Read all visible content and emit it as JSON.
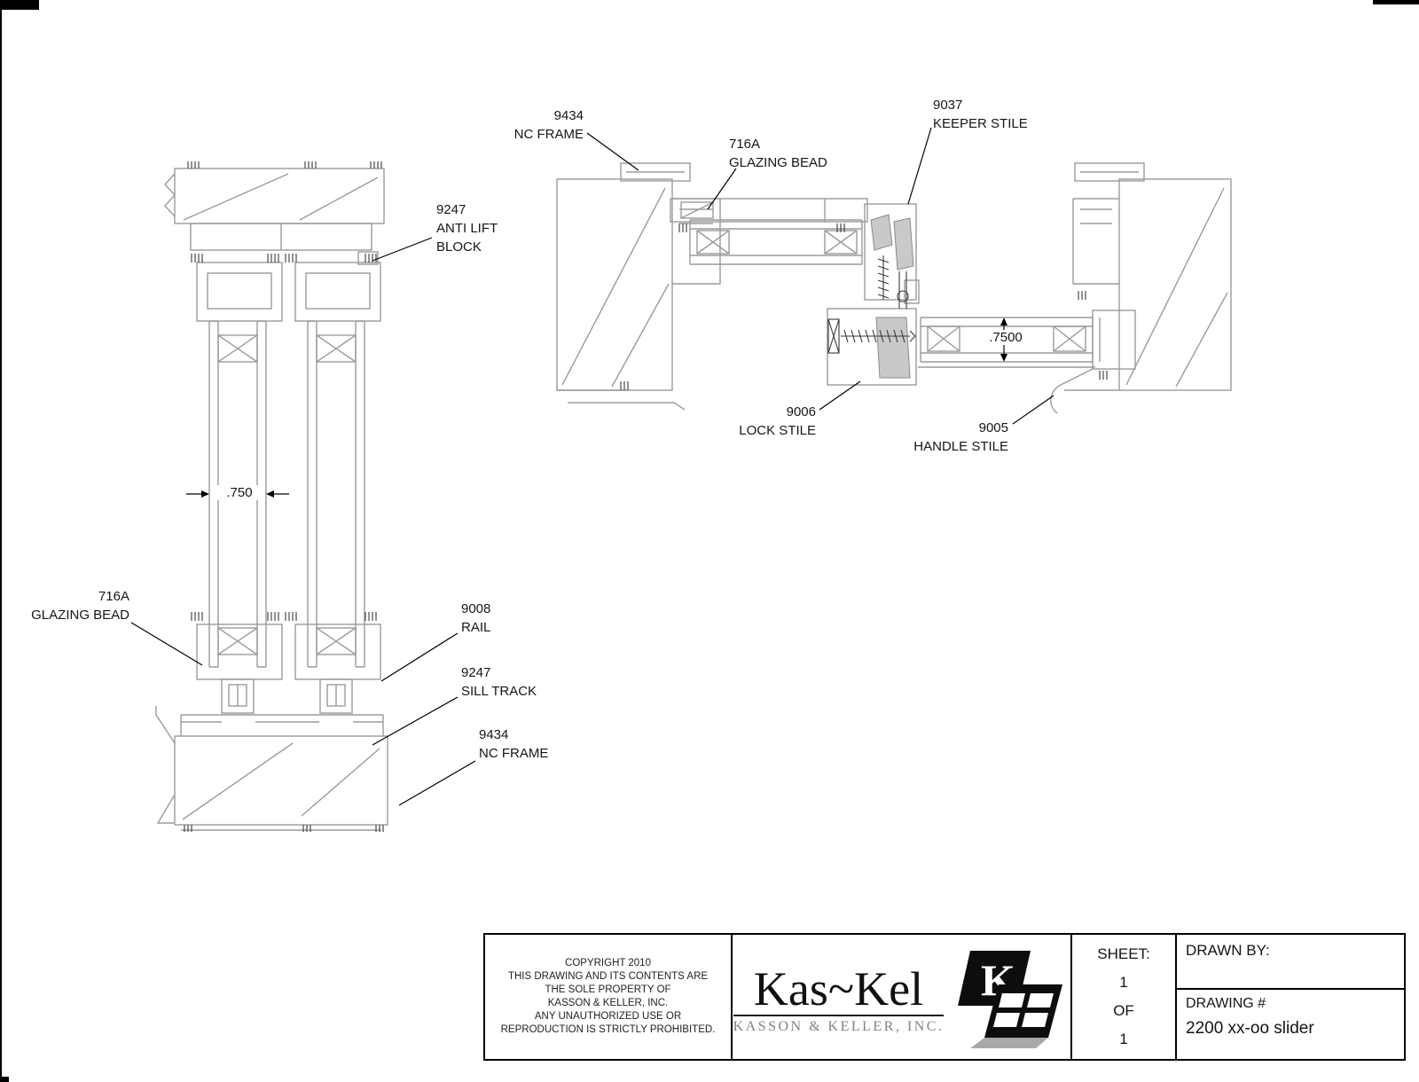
{
  "left_view": {
    "dimension": ".750",
    "callouts": {
      "anti_lift": {
        "code": "9247",
        "line1": "ANTI LIFT",
        "line2": "BLOCK"
      },
      "glazing_bead": {
        "code": "716A",
        "label": "GLAZING BEAD"
      },
      "rail": {
        "code": "9008",
        "label": "RAIL"
      },
      "sill_track": {
        "code": "9247",
        "label": "SILL TRACK"
      },
      "nc_frame": {
        "code": "9434",
        "label": "NC FRAME"
      }
    }
  },
  "right_view": {
    "dimension": ".7500",
    "callouts": {
      "nc_frame": {
        "code": "9434",
        "label": "NC FRAME"
      },
      "glazing_bead": {
        "code": "716A",
        "label": "GLAZING BEAD"
      },
      "keeper_stile": {
        "code": "9037",
        "label": "KEEPER STILE"
      },
      "lock_stile": {
        "code": "9006",
        "label": "LOCK STILE"
      },
      "handle_stile": {
        "code": "9005",
        "label": "HANDLE STILE"
      }
    }
  },
  "title_block": {
    "copyright": [
      "COPYRIGHT 2010",
      "THIS DRAWING AND ITS CONTENTS ARE",
      "THE SOLE PROPERTY OF",
      "KASSON & KELLER, INC.",
      "ANY UNAUTHORIZED USE OR",
      "REPRODUCTION IS STRICTLY PROHIBITED."
    ],
    "logo": {
      "name": "Kas~Kel",
      "subtitle": "KASSON & KELLER, INC.",
      "icon_letter": "K"
    },
    "sheet": {
      "label": "SHEET:",
      "number": "1",
      "of": "OF",
      "total": "1"
    },
    "drawn_by_label": "DRAWN BY:",
    "drawing_number_label": "DRAWING #",
    "drawing_number": "2200 xx-oo slider"
  }
}
